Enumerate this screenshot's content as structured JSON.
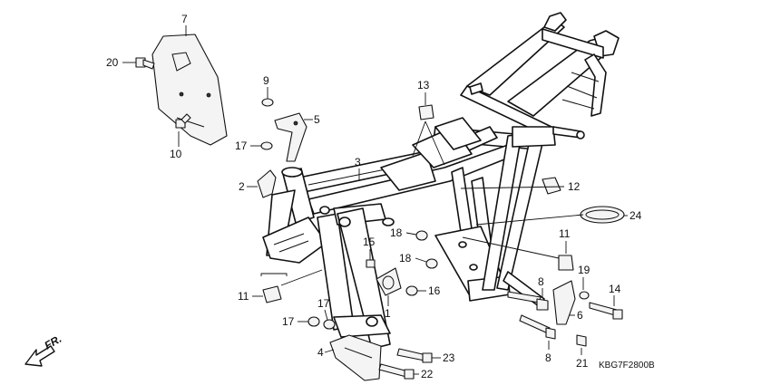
{
  "diagram_code": "KBG7F2800B",
  "direction_label": "FR.",
  "callouts": {
    "c7": "7",
    "c20": "20",
    "c10": "10",
    "c9": "9",
    "c5": "5",
    "c17a": "17",
    "c2": "2",
    "c3": "3",
    "c13": "13",
    "c12": "12",
    "c24": "24",
    "c18a": "18",
    "c18b": "18",
    "c15": "15",
    "c16": "16",
    "c1": "1",
    "c11a": "11",
    "c11b": "11",
    "c8a": "8",
    "c19": "19",
    "c14": "14",
    "c6": "6",
    "c17b": "17",
    "c17c": "17",
    "c4": "4",
    "c23": "23",
    "c22": "22",
    "c8b": "8",
    "c21": "21"
  }
}
